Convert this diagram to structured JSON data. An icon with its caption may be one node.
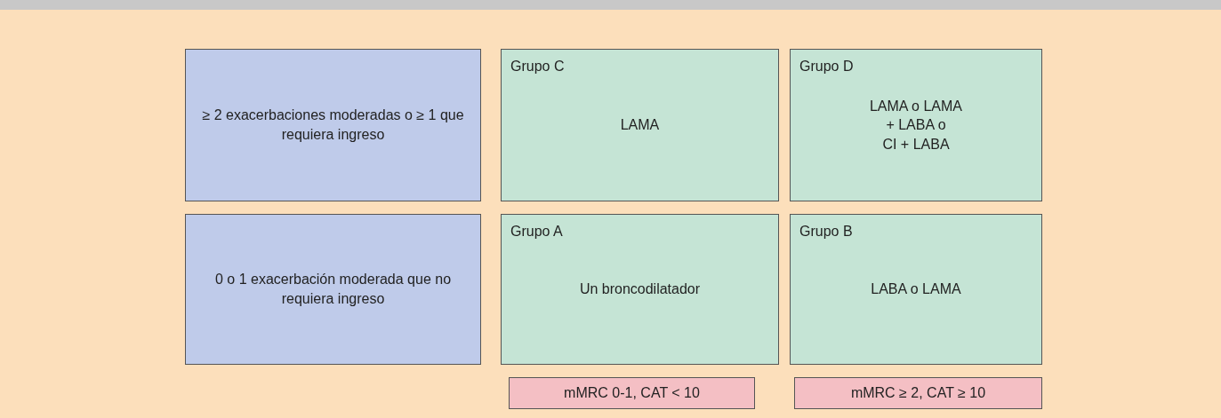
{
  "diagram": {
    "nodes": [
      {
        "text": [
          "≥ 2 exacerbaciones moderadas o ≥ 1 que requiera ingreso"
        ]
      },
      {
        "text": [
          "Grupo C",
          "LAMA"
        ]
      },
      {
        "text": [
          "Grupo D",
          "LAMA o LAMA + LABA o CI + LABA"
        ]
      },
      {
        "text": [
          "0 o 1 exacerbación moderada que no requiera ingreso"
        ]
      },
      {
        "text": [
          "Grupo A",
          "Un broncodilatador"
        ]
      },
      {
        "text": [
          "Grupo B",
          "LABA o LAMA"
        ]
      },
      {
        "text": [
          "mMRC 0-1, CAT < 10"
        ]
      },
      {
        "text": [
          "mMRC ≥ 2, CAT ≥ 10"
        ]
      }
    ],
    "edges": []
  }
}
